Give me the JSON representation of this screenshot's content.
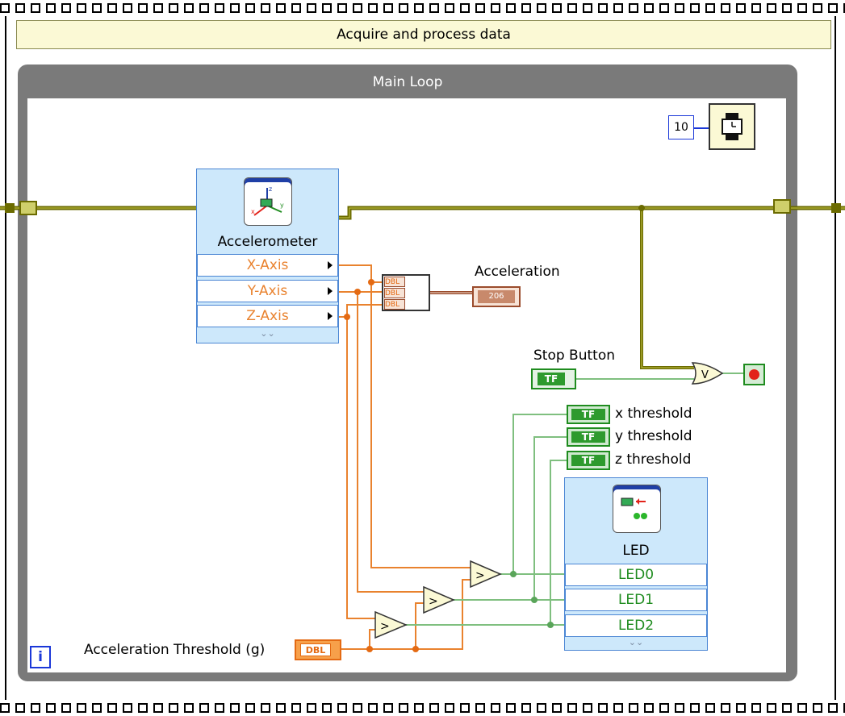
{
  "frame": {
    "title": "Acquire and process data"
  },
  "loop": {
    "label": "Main Loop"
  },
  "wait": {
    "ms": "10"
  },
  "accelerometer": {
    "title": "Accelerometer",
    "outputs": [
      "X-Axis",
      "Y-Axis",
      "Z-Axis"
    ]
  },
  "build_array": {
    "inputs": [
      "DBL",
      "DBL",
      "DBL"
    ]
  },
  "acceleration": {
    "label": "Acceleration",
    "type_text": "206"
  },
  "stop": {
    "label": "Stop Button",
    "const_text": "TF",
    "or_text": "V"
  },
  "thresholds": {
    "items": [
      {
        "label": "x threshold",
        "type_text": "TF"
      },
      {
        "label": "y threshold",
        "type_text": "TF"
      },
      {
        "label": "z threshold",
        "type_text": "TF"
      }
    ]
  },
  "led": {
    "title": "LED",
    "inputs": [
      "LED0",
      "LED1",
      "LED2"
    ]
  },
  "threshold_const": {
    "label": "Acceleration Threshold (g)",
    "type_text": "DBL"
  },
  "info": {
    "text": "i"
  },
  "compare": {
    "symbol": ">"
  },
  "colors": {
    "dynamic_wire": "#6b6b00",
    "dbl_wire": "#e9822e",
    "bool_wire": "#7fbf7f"
  }
}
